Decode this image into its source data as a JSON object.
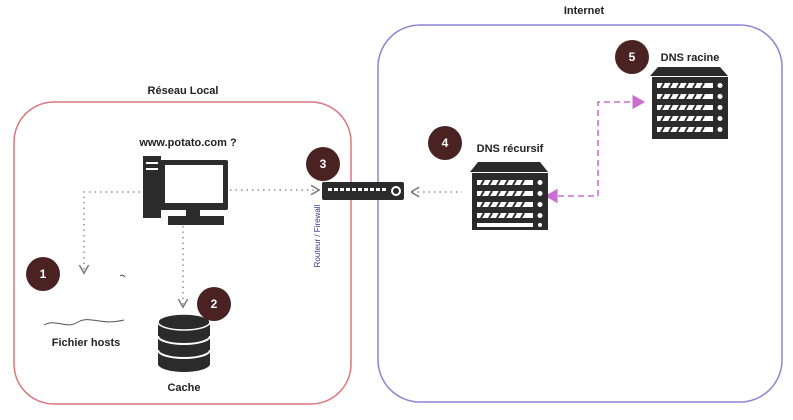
{
  "regions": {
    "local": {
      "label": "Réseau Local",
      "color": "#d9777c"
    },
    "internet": {
      "label": "Internet",
      "color": "#8a86d6"
    }
  },
  "nodes": {
    "computer": {
      "label": "www.potato.com ?",
      "icon": "desktop-computer-icon"
    },
    "hosts_file": {
      "label": "Fichier hosts",
      "icon": "document-icon"
    },
    "cache": {
      "label": "Cache",
      "icon": "database-icon"
    },
    "router": {
      "label": "Routeur / Firewall",
      "icon": "router-icon"
    },
    "dns_resolver": {
      "label": "DNS récursif",
      "icon": "server-rack-icon"
    },
    "dns_root": {
      "label": "DNS racine",
      "icon": "server-rack-icon"
    }
  },
  "steps": [
    "1",
    "2",
    "3",
    "4",
    "5"
  ],
  "colors": {
    "step_badge": "#4a2222",
    "device": "#2b2b2b",
    "dotted_link": "#777777",
    "dashed_link": "#c86fd0"
  }
}
